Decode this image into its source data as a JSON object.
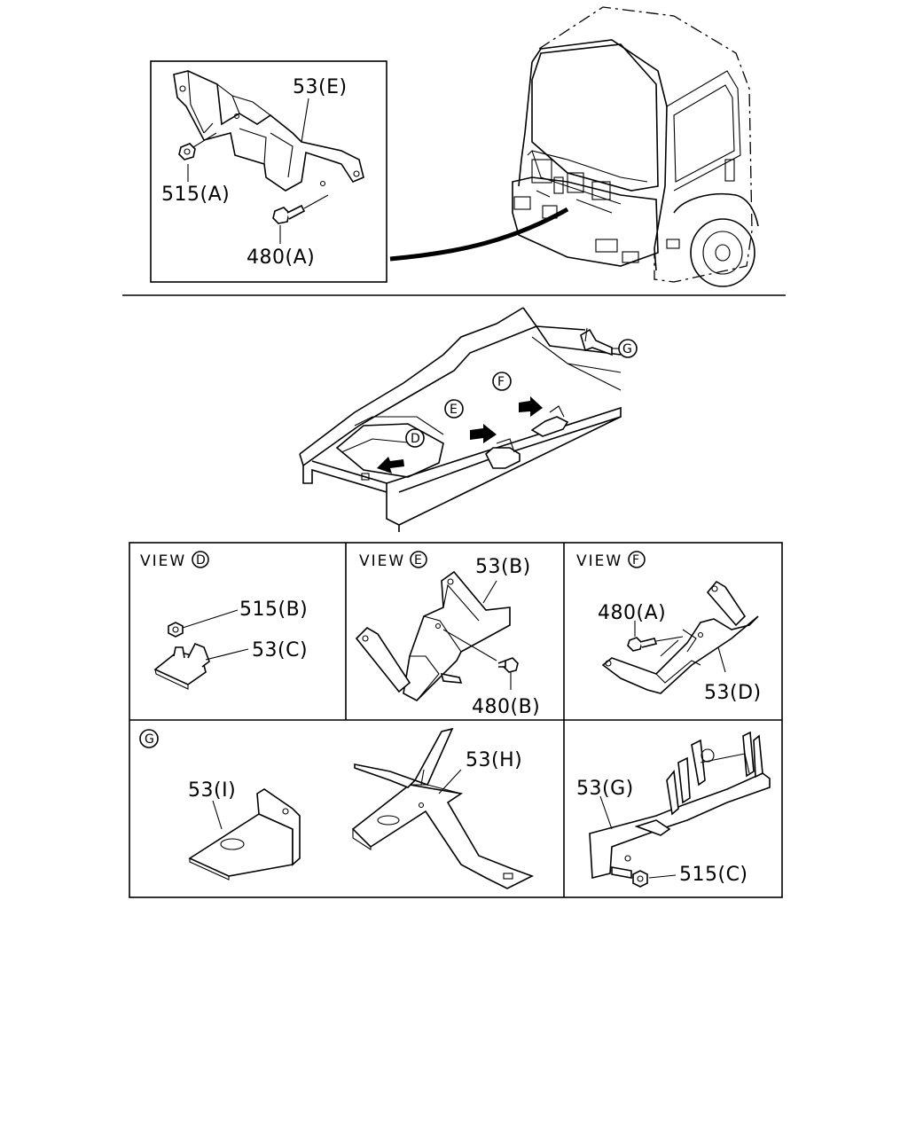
{
  "labels": {
    "inset_53e": "53(E)",
    "inset_515a": "515(A)",
    "inset_480a": "480(A)",
    "d_515b": "515(B)",
    "d_53c": "53(C)",
    "e_53b": "53(B)",
    "e_480b": "480(B)",
    "f_480a": "480(A)",
    "f_53d": "53(D)",
    "g_53i": "53(I)",
    "g_53h": "53(H)",
    "g_53g": "53(G)",
    "g_515c": "515(C)"
  },
  "views": {
    "d": {
      "word": "VIEW",
      "letter": "D"
    },
    "e": {
      "word": "VIEW",
      "letter": "E"
    },
    "f": {
      "word": "VIEW",
      "letter": "F"
    },
    "g": {
      "letter": "G"
    }
  },
  "frame_markers": {
    "d": "D",
    "e": "E",
    "f": "F",
    "g": "G"
  }
}
